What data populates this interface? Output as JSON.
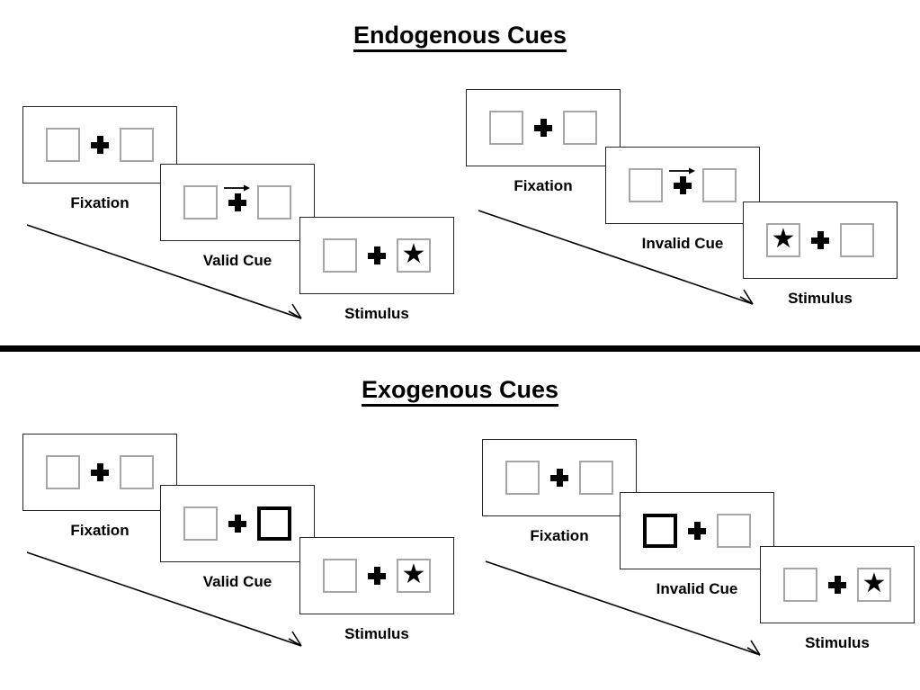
{
  "figure": {
    "type": "posner-cueing-paradigm-diagram",
    "background": "#ffffff",
    "box_border_color": "#a6a6a6",
    "cued_box_border_color": "#000000",
    "frame_border_color": "#262626"
  },
  "panels": [
    {
      "id": "endogenous",
      "title": "Endogenous Cues",
      "sequences": [
        {
          "id": "endogenous-valid",
          "frames": [
            {
              "label": "Fixation",
              "arrow": "none",
              "left_box": {
                "cued": false,
                "star": false
              },
              "right_box": {
                "cued": false,
                "star": false
              }
            },
            {
              "label": "Valid Cue",
              "arrow": "right",
              "left_box": {
                "cued": false,
                "star": false
              },
              "right_box": {
                "cued": false,
                "star": false
              }
            },
            {
              "label": "Stimulus",
              "arrow": "none",
              "left_box": {
                "cued": false,
                "star": false
              },
              "right_box": {
                "cued": false,
                "star": true
              }
            }
          ]
        },
        {
          "id": "endogenous-invalid",
          "frames": [
            {
              "label": "Fixation",
              "arrow": "none",
              "left_box": {
                "cued": false,
                "star": false
              },
              "right_box": {
                "cued": false,
                "star": false
              }
            },
            {
              "label": "Invalid Cue",
              "arrow": "right",
              "left_box": {
                "cued": false,
                "star": false
              },
              "right_box": {
                "cued": false,
                "star": false
              }
            },
            {
              "label": "Stimulus",
              "arrow": "none",
              "left_box": {
                "cued": false,
                "star": true
              },
              "right_box": {
                "cued": false,
                "star": false
              }
            }
          ]
        }
      ]
    },
    {
      "id": "exogenous",
      "title": "Exogenous Cues",
      "sequences": [
        {
          "id": "exogenous-valid",
          "frames": [
            {
              "label": "Fixation",
              "arrow": "none",
              "left_box": {
                "cued": false,
                "star": false
              },
              "right_box": {
                "cued": false,
                "star": false
              }
            },
            {
              "label": "Valid Cue",
              "arrow": "none",
              "left_box": {
                "cued": false,
                "star": false
              },
              "right_box": {
                "cued": true,
                "star": false
              }
            },
            {
              "label": "Stimulus",
              "arrow": "none",
              "left_box": {
                "cued": false,
                "star": false
              },
              "right_box": {
                "cued": false,
                "star": true
              }
            }
          ]
        },
        {
          "id": "exogenous-invalid",
          "frames": [
            {
              "label": "Fixation",
              "arrow": "none",
              "left_box": {
                "cued": false,
                "star": false
              },
              "right_box": {
                "cued": false,
                "star": false
              }
            },
            {
              "label": "Invalid Cue",
              "arrow": "none",
              "left_box": {
                "cued": true,
                "star": false
              },
              "right_box": {
                "cued": false,
                "star": false
              }
            },
            {
              "label": "Stimulus",
              "arrow": "none",
              "left_box": {
                "cued": false,
                "star": false
              },
              "right_box": {
                "cued": false,
                "star": true
              }
            }
          ]
        }
      ]
    }
  ],
  "glyphs": {
    "star": "★",
    "plus": "plus-fixation-cross",
    "cue_arrow": "right-arrow",
    "time_arrow": "diagonal-time-arrow"
  }
}
